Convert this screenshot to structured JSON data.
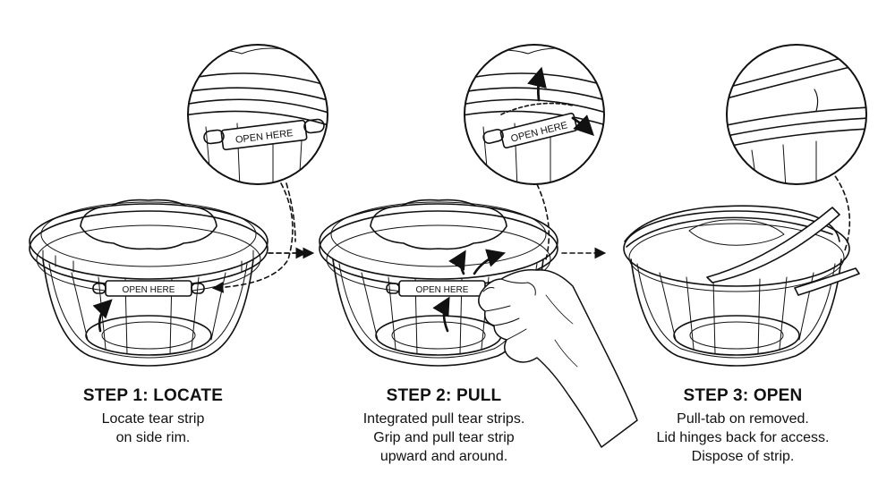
{
  "tear_label": "OPEN HERE",
  "steps": [
    {
      "title": "STEP 1: LOCATE",
      "lines": [
        "Locate tear strip",
        "on side rim."
      ]
    },
    {
      "title": "STEP 2: PULL",
      "lines": [
        "Integrated pull tear strips.",
        "Grip and pull tear strip",
        "upward and around."
      ]
    },
    {
      "title": "STEP 3: OPEN",
      "lines": [
        "Pull-tab on removed.",
        "Lid hinges back for access.",
        "Dispose of strip."
      ]
    }
  ],
  "colors": {
    "ink": "#111111",
    "background": "#ffffff"
  }
}
